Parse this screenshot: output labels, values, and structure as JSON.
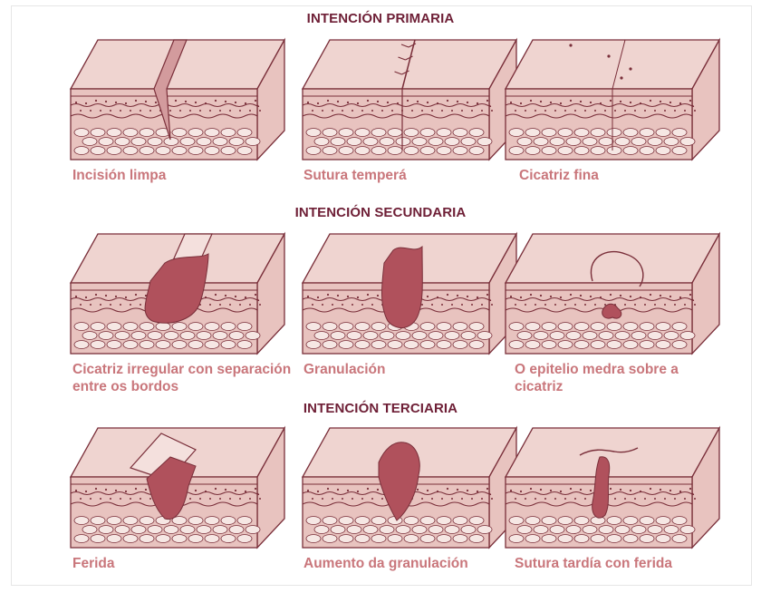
{
  "sections": [
    {
      "title": "INTENCIÓN PRIMARIA",
      "captions": [
        "Incisión limpa",
        "Sutura temperá",
        "Cicatriz fina"
      ]
    },
    {
      "title": "INTENCIÓN SECUNDARIA",
      "captions": [
        "Cicatriz irregular con separación entre os bordos",
        "Granulación",
        "O epitelio medra sobre a cicatriz"
      ]
    },
    {
      "title": "INTENCIÓN TERCIARIA",
      "captions": [
        "Ferida",
        "Aumento da granulación",
        "Sutura tardía con ferida"
      ]
    }
  ],
  "colors": {
    "title": "#6e1f36",
    "caption": "#c9767b",
    "skin": "#e8c3bf",
    "skin_top": "#efd4d0",
    "line": "#7a2f3a",
    "wound": "#b0515c"
  },
  "icons": {
    "panel": "skin-cross-section-illustration"
  }
}
